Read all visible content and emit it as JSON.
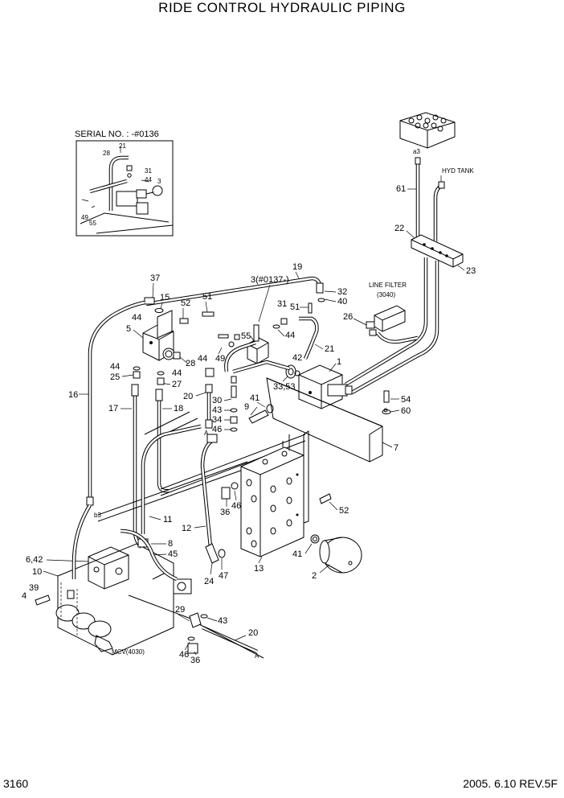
{
  "title": "RIDE CONTROL HYDRAULIC PIPING",
  "page_number": "3160",
  "revision": "2005. 6.10  REV.5F",
  "inset_serial": "SERIAL NO. : -#0136",
  "callouts": {
    "c21_inset": "21",
    "c28_inset": "28",
    "c31_inset": "31",
    "c44_inset": "44",
    "c3_inset": "3",
    "c49_inset": "49",
    "c55_inset": "55",
    "a3": "a3",
    "hyd_tank": "HYD TANK",
    "c61": "61",
    "c22": "22",
    "c23": "23",
    "line_filter": "LINE FILTER",
    "line_filter_code": "(3040)",
    "c19": "19",
    "c3_0137": "3(#0137-)",
    "c32": "32",
    "c40": "40",
    "c31": "31",
    "c51a": "51",
    "c55": "55",
    "c44a": "44",
    "c21": "21",
    "c26": "26",
    "c37": "37",
    "c15": "15",
    "c52a": "52",
    "c51b": "51",
    "c5": "5",
    "c44b": "44",
    "c49": "49",
    "c28": "28",
    "c44c": "44",
    "c42": "42",
    "c1": "1",
    "c33_53": "33,53",
    "c44d": "44",
    "c25": "25",
    "c44e": "44",
    "c27": "27",
    "c16": "16",
    "c20a": "20",
    "c41a": "41",
    "c9": "9",
    "c54": "54",
    "c60": "60",
    "c17": "17",
    "c18": "18",
    "c30": "30",
    "c43a": "43",
    "c34": "34",
    "c46a": "46",
    "A_top": "A",
    "c7": "7",
    "b3": "b3",
    "c11": "11",
    "c36a": "36",
    "c46b": "46",
    "c52b": "52",
    "c12": "12",
    "c8": "8",
    "c6_42": "6,42",
    "c45": "45",
    "c41b": "41",
    "c10": "10",
    "c13": "13",
    "c24": "24",
    "c47": "47",
    "c2": "2",
    "c39": "39",
    "c4": "4",
    "c29": "29",
    "c43b": "43",
    "c20b": "20",
    "mcv": "MCV(4030)",
    "c46c": "46",
    "c36b": "36",
    "A_bottom": "A"
  }
}
